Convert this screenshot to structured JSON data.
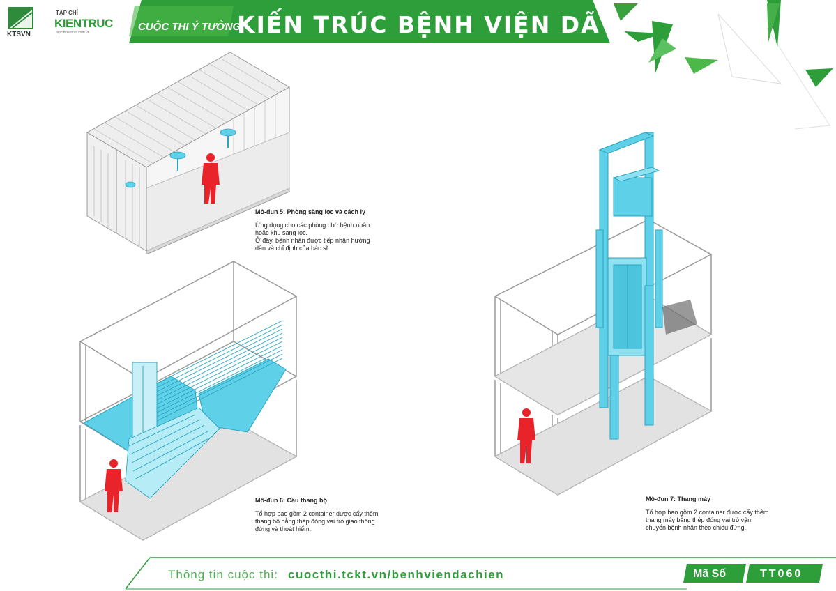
{
  "header": {
    "logo_left_text": "KTSVN",
    "magazine_prefix": "TẠP CHÍ",
    "magazine_name": "KIENTRUC",
    "magazine_url": "tapchikientruc.com.vn",
    "contest_prefix": "CUỘC THI Ý TƯỞNG",
    "contest_title": "KIẾN TRÚC BỆNH VIỆN DÃ CHIẾN"
  },
  "modules": [
    {
      "title": "Mô-đun 5: Phòng sàng lọc và cách ly",
      "description": "Ứng dụng cho các phòng chờ bệnh nhân\nhoặc khu sàng lọc.\nỞ đây, bệnh nhân được tiếp nhận hướng\ndẫn và chỉ định của bác sĩ."
    },
    {
      "title": "Mô-đun 6: Cầu thang bộ",
      "description": "Tổ hợp bao gồm 2 container được cấy thêm\nthang bộ bằng thép đóng vai trò giao thông\nđứng và thoát hiểm."
    },
    {
      "title": "Mô-đun 7: Thang máy",
      "description": "Tổ hợp bao gồm 2 container được cấy thêm\nthang máy bằng thép đóng vai trò vận\nchuyển bệnh nhân theo chiều đứng."
    }
  ],
  "footer": {
    "info_label": "Thông tin cuộc thi:",
    "url": "cuocthi.tckt.vn/benhviendachien",
    "code_label": "Mã Số",
    "code_value": "TT060"
  },
  "colors": {
    "brand_green": "#2e9e3b",
    "light_green": "#4caf50",
    "cyan_accent": "#5ed0e8",
    "figure_red": "#e8232a"
  }
}
